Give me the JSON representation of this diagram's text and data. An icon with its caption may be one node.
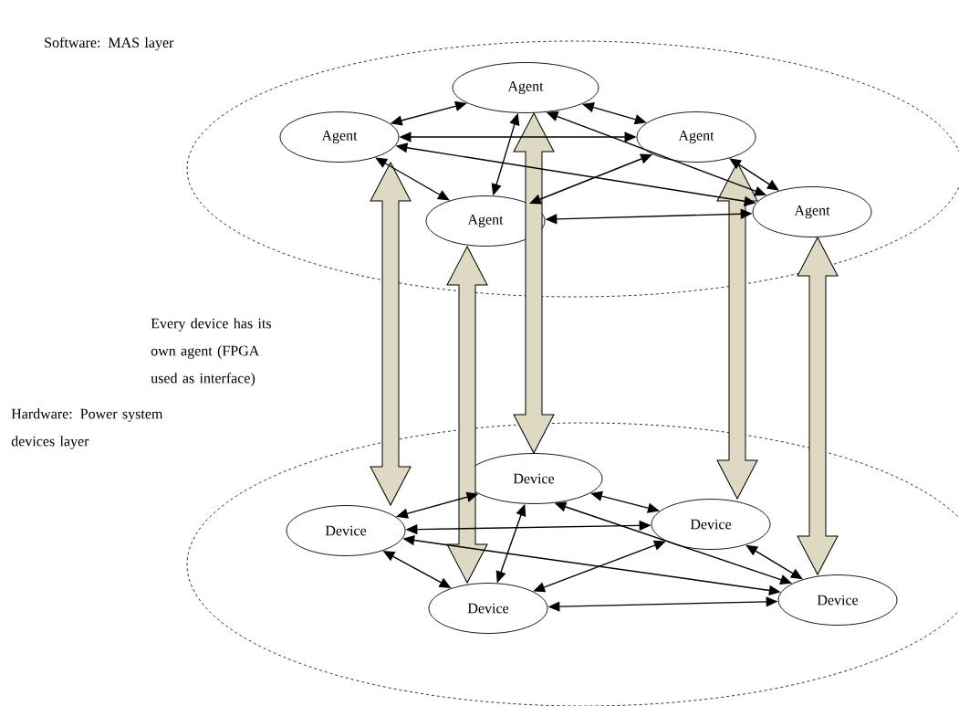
{
  "diagram": {
    "nodes": [
      {
        "text": [
          "Software: MAS layer"
        ]
      },
      {
        "text": [
          "Agent"
        ],
        "in": 0
      },
      {
        "text": [
          "Agent"
        ],
        "in": 0
      },
      {
        "text": [
          "Agent"
        ],
        "in": 0
      },
      {
        "text": [
          "Agent"
        ],
        "in": 0
      },
      {
        "text": [
          "Agent"
        ],
        "in": 0
      },
      {
        "text": [
          "Hardware: Power system devices layer"
        ]
      },
      {
        "text": [
          "Device"
        ],
        "in": 6
      },
      {
        "text": [
          "Device"
        ],
        "in": 6
      },
      {
        "text": [
          "Device"
        ],
        "in": 6
      },
      {
        "text": [
          "Device"
        ],
        "in": 6
      },
      {
        "text": [
          "Device"
        ],
        "in": 6
      }
    ],
    "edges": [
      {
        "from": 2,
        "to": 1,
        "arrow": "both"
      },
      {
        "from": 1,
        "to": 3,
        "arrow": "both"
      },
      {
        "from": 2,
        "to": 3,
        "arrow": "both"
      },
      {
        "from": 2,
        "to": 4,
        "arrow": "both"
      },
      {
        "from": 2,
        "to": 5,
        "arrow": "both"
      },
      {
        "from": 1,
        "to": 4,
        "arrow": "both"
      },
      {
        "from": 1,
        "to": 5,
        "arrow": "both"
      },
      {
        "from": 3,
        "to": 4,
        "arrow": "both"
      },
      {
        "from": 3,
        "to": 5,
        "arrow": "both"
      },
      {
        "from": 4,
        "to": 5,
        "arrow": "both"
      },
      {
        "from": 8,
        "to": 7,
        "arrow": "both"
      },
      {
        "from": 7,
        "to": 9,
        "arrow": "both"
      },
      {
        "from": 8,
        "to": 9,
        "arrow": "both"
      },
      {
        "from": 8,
        "to": 10,
        "arrow": "both"
      },
      {
        "from": 8,
        "to": 11,
        "arrow": "both"
      },
      {
        "from": 7,
        "to": 10,
        "arrow": "both"
      },
      {
        "from": 7,
        "to": 11,
        "arrow": "both"
      },
      {
        "from": 9,
        "to": 10,
        "arrow": "both"
      },
      {
        "from": 9,
        "to": 11,
        "arrow": "both"
      },
      {
        "from": 10,
        "to": 11,
        "arrow": "both"
      },
      {
        "from": 2,
        "to": 8,
        "arrow": "both",
        "style": "thick",
        "color": "#ddd9c3"
      },
      {
        "from": 1,
        "to": 7,
        "arrow": "both",
        "style": "thick",
        "color": "#ddd9c3"
      },
      {
        "from": 4,
        "to": 10,
        "arrow": "both",
        "style": "thick",
        "color": "#ddd9c3"
      },
      {
        "from": 3,
        "to": 9,
        "arrow": "both",
        "style": "thick",
        "color": "#ddd9c3"
      },
      {
        "from": 5,
        "to": 11,
        "arrow": "both",
        "style": "thick",
        "color": "#ddd9c3"
      }
    ],
    "labels": [
      "Every device has its own agent (FPGA used as interface)"
    ]
  }
}
